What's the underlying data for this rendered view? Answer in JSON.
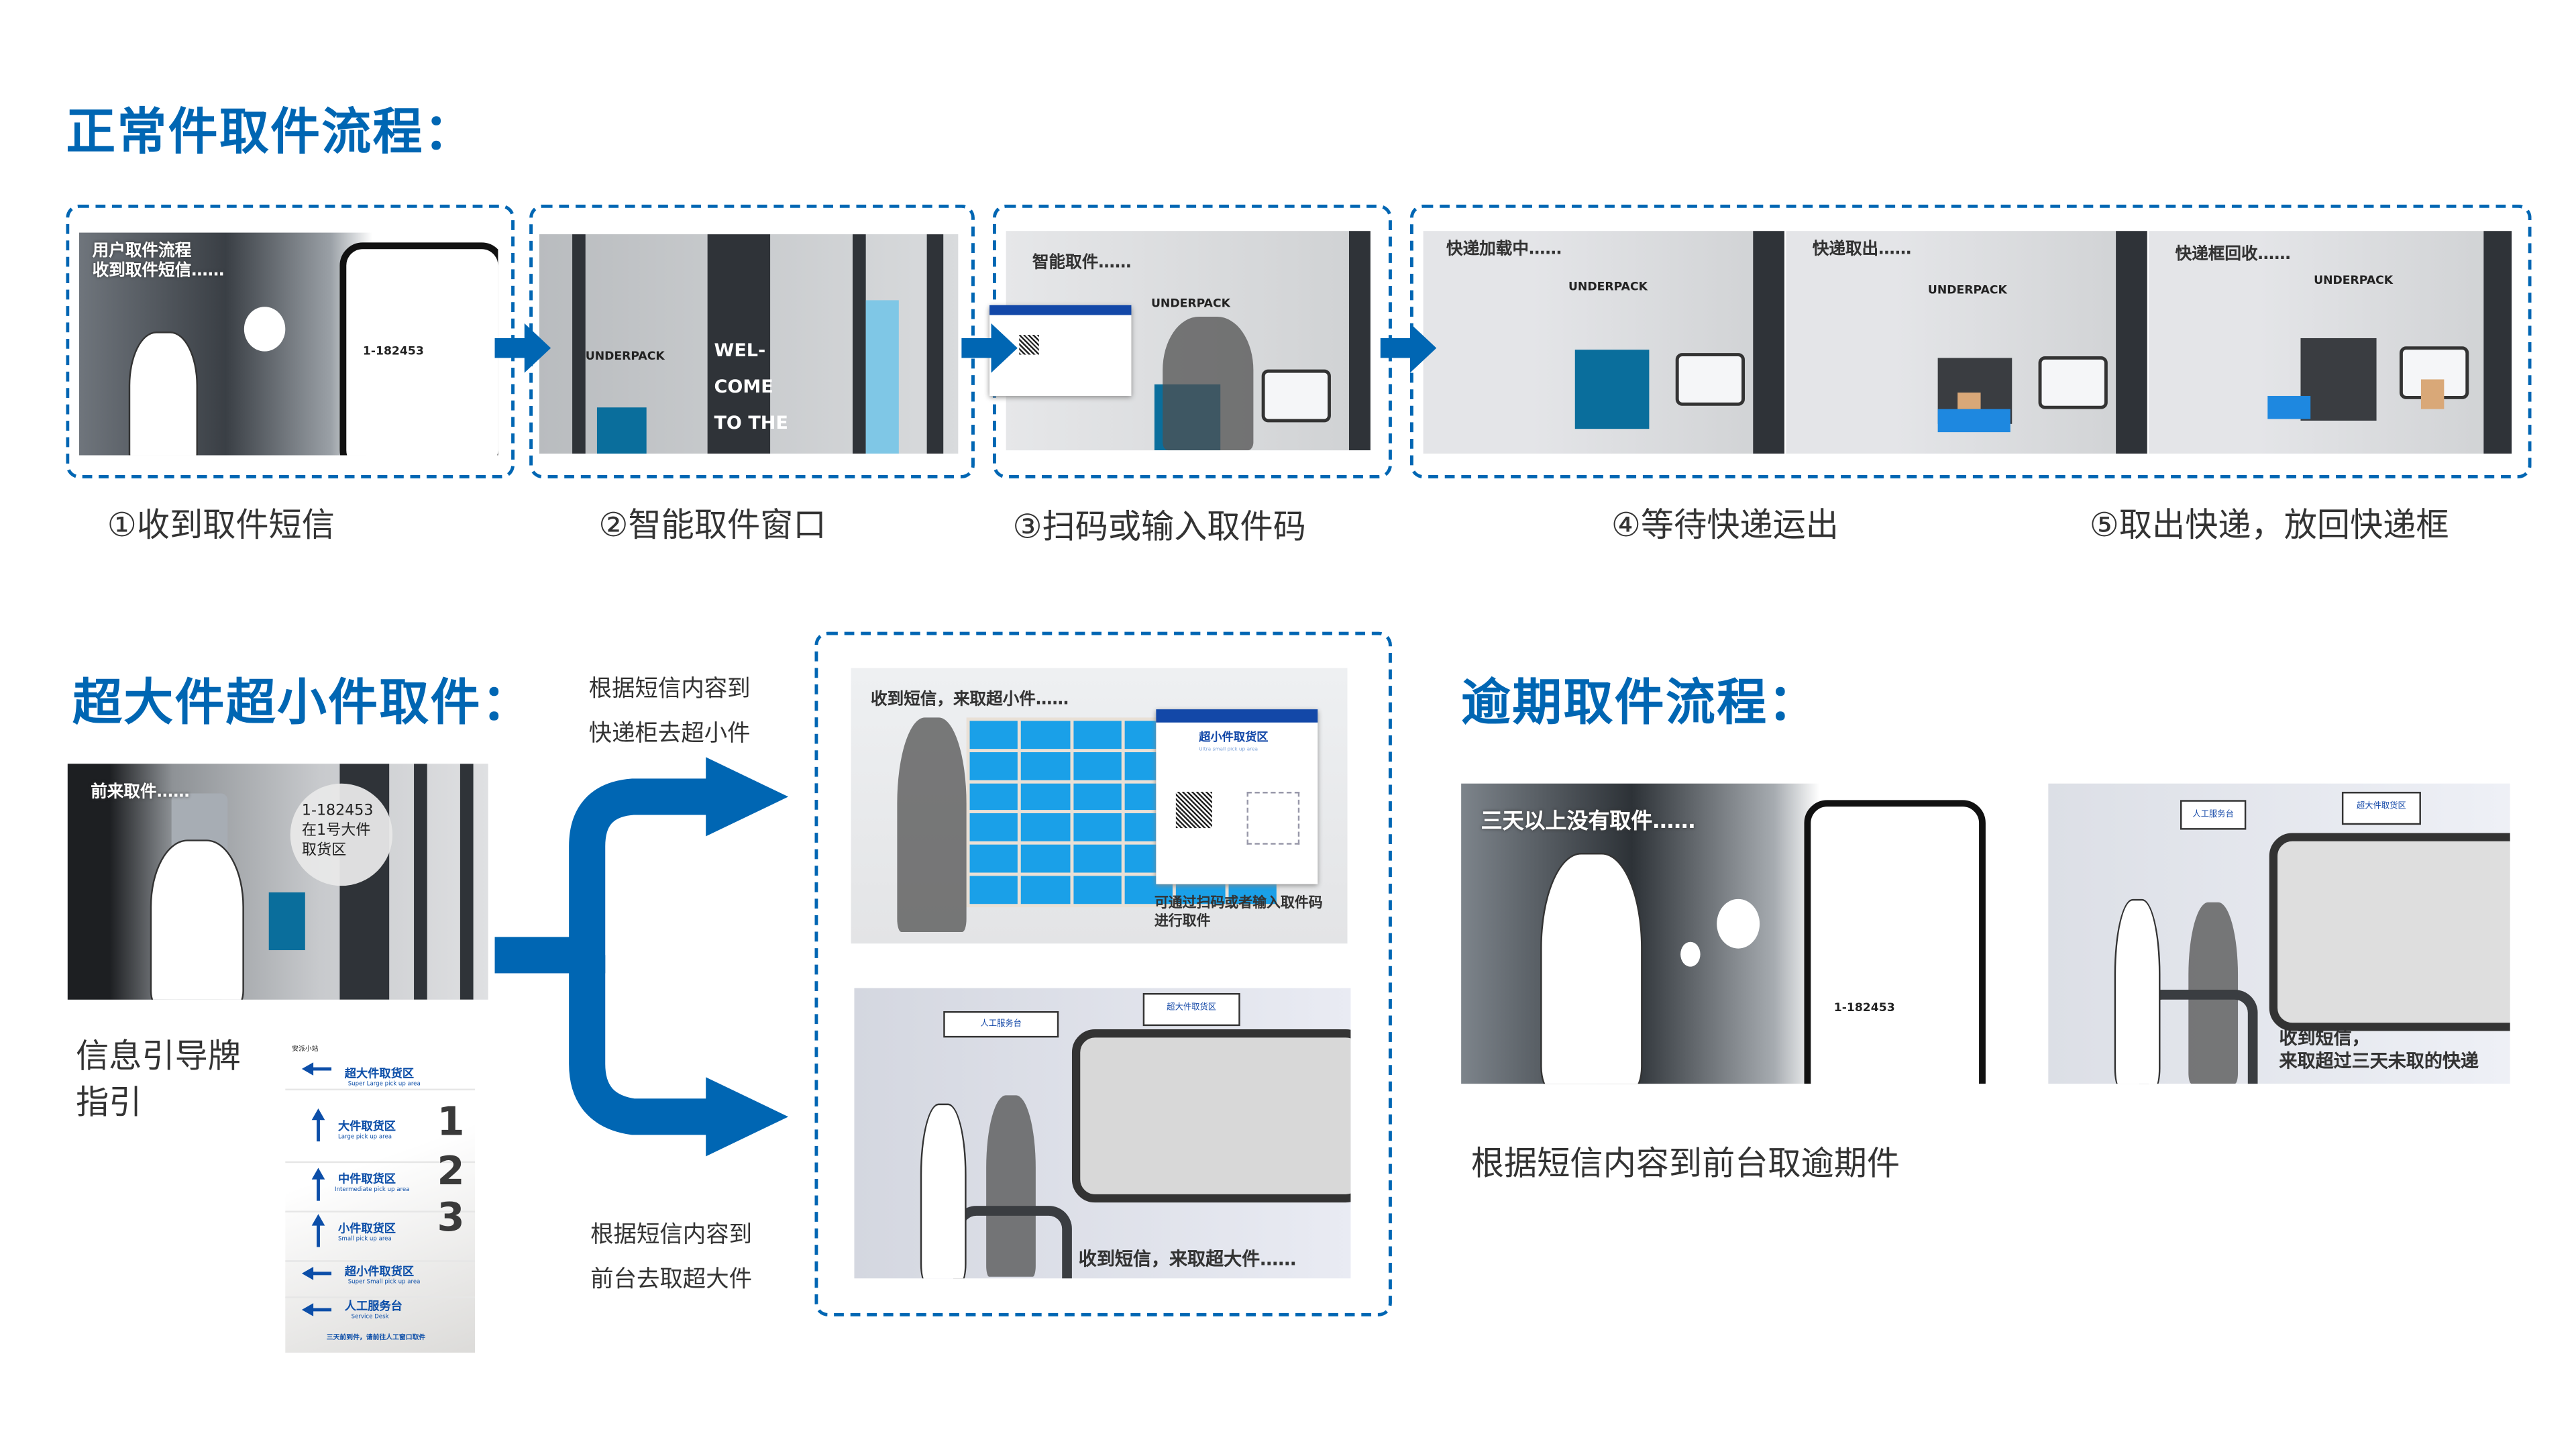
{
  "colors": {
    "accent": "#0066b3",
    "text": "#333333"
  },
  "normal": {
    "title": "正常件取件流程：",
    "steps": [
      {
        "label": "①收到取件短信",
        "caption": "用户取件流程\n收到取件短信……",
        "sms": {
          "code": "1-182453"
        }
      },
      {
        "label": "②智能取件窗口",
        "caption": "WEL-\nCOME\nTO THE"
      },
      {
        "label": "③扫码或输入取件码",
        "caption": "智能取件……"
      },
      {
        "label": "④等待快递运出",
        "captions": [
          "快递加载中……",
          "快递取出……",
          "快递框回收……"
        ]
      },
      {
        "label": "⑤取出快递，放回快递框"
      }
    ],
    "brand": "安派",
    "brand_en": "UNDERPACK"
  },
  "large_small": {
    "title": "超大件超小件取件：",
    "scene_caption": "前来取件……",
    "bubble": "1-182453\n在1号大件\n取货区",
    "sign_label": "信息引导牌\n指引",
    "sign": {
      "brand": "安派小站",
      "rows": [
        {
          "zh": "超大件取货区",
          "en": "Super Large pick up area",
          "arrow": "left"
        },
        {
          "zh": "大件取货区",
          "en": "Large pick up area",
          "arrow": "up",
          "num": "1"
        },
        {
          "zh": "中件取货区",
          "en": "Intermediate pick up area",
          "arrow": "up",
          "num": "2"
        },
        {
          "zh": "小件取货区",
          "en": "Small pick up area",
          "arrow": "up",
          "num": "3"
        },
        {
          "zh": "超小件取货区",
          "en": "Super Small pick up area",
          "arrow": "left"
        },
        {
          "zh": "人工服务台",
          "en": "Service Desk",
          "arrow": "left"
        }
      ],
      "footer": "三天前到件，请前往人工窗口取件"
    },
    "branch_top_note": "根据短信内容到\n快递柜去超小件",
    "branch_bottom_note": "根据短信内容到\n前台去取超大件",
    "small_scene": {
      "caption": "收到短信，来取超小件……",
      "panel_title": "超小件取货区",
      "panel_sub": "Ultra small pick up area",
      "note": "可通过扫码或者输入取件码\n进行取件"
    },
    "large_scene": {
      "caption": "收到短信，来取超大件……",
      "desk_sign": "人工服务台",
      "area_sign": "超大件取货区"
    }
  },
  "overdue": {
    "title": "逾期取件流程：",
    "scene1_caption": "三天以上没有取件……",
    "sms_code": "1-182453",
    "scene2_caption": "收到短信，\n来取超过三天未取的快递",
    "desk_sign": "人工服务台",
    "area_sign": "超大件取货区",
    "note": "根据短信内容到前台取逾期件"
  }
}
